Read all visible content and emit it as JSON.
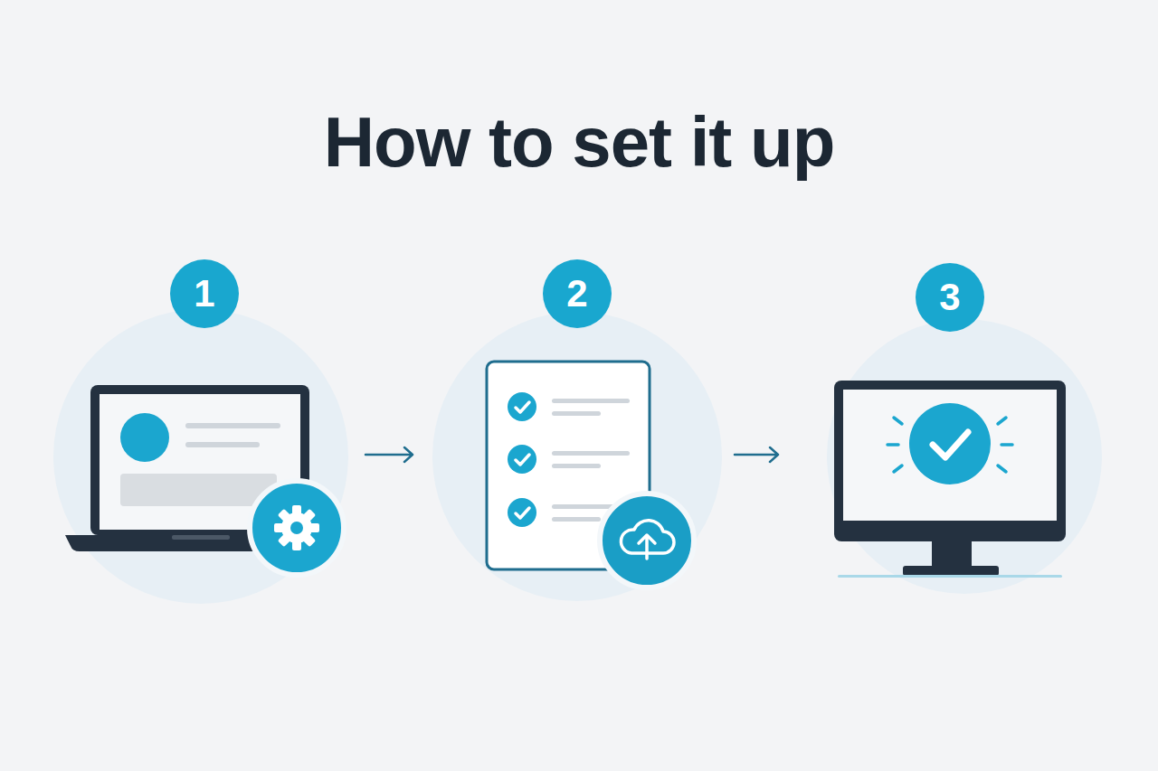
{
  "diagram": {
    "title": "How to set it up",
    "nodes": [
      {
        "text": [
          "1"
        ]
      },
      {
        "text": [
          "2"
        ]
      },
      {
        "text": [
          "3"
        ]
      }
    ]
  }
}
